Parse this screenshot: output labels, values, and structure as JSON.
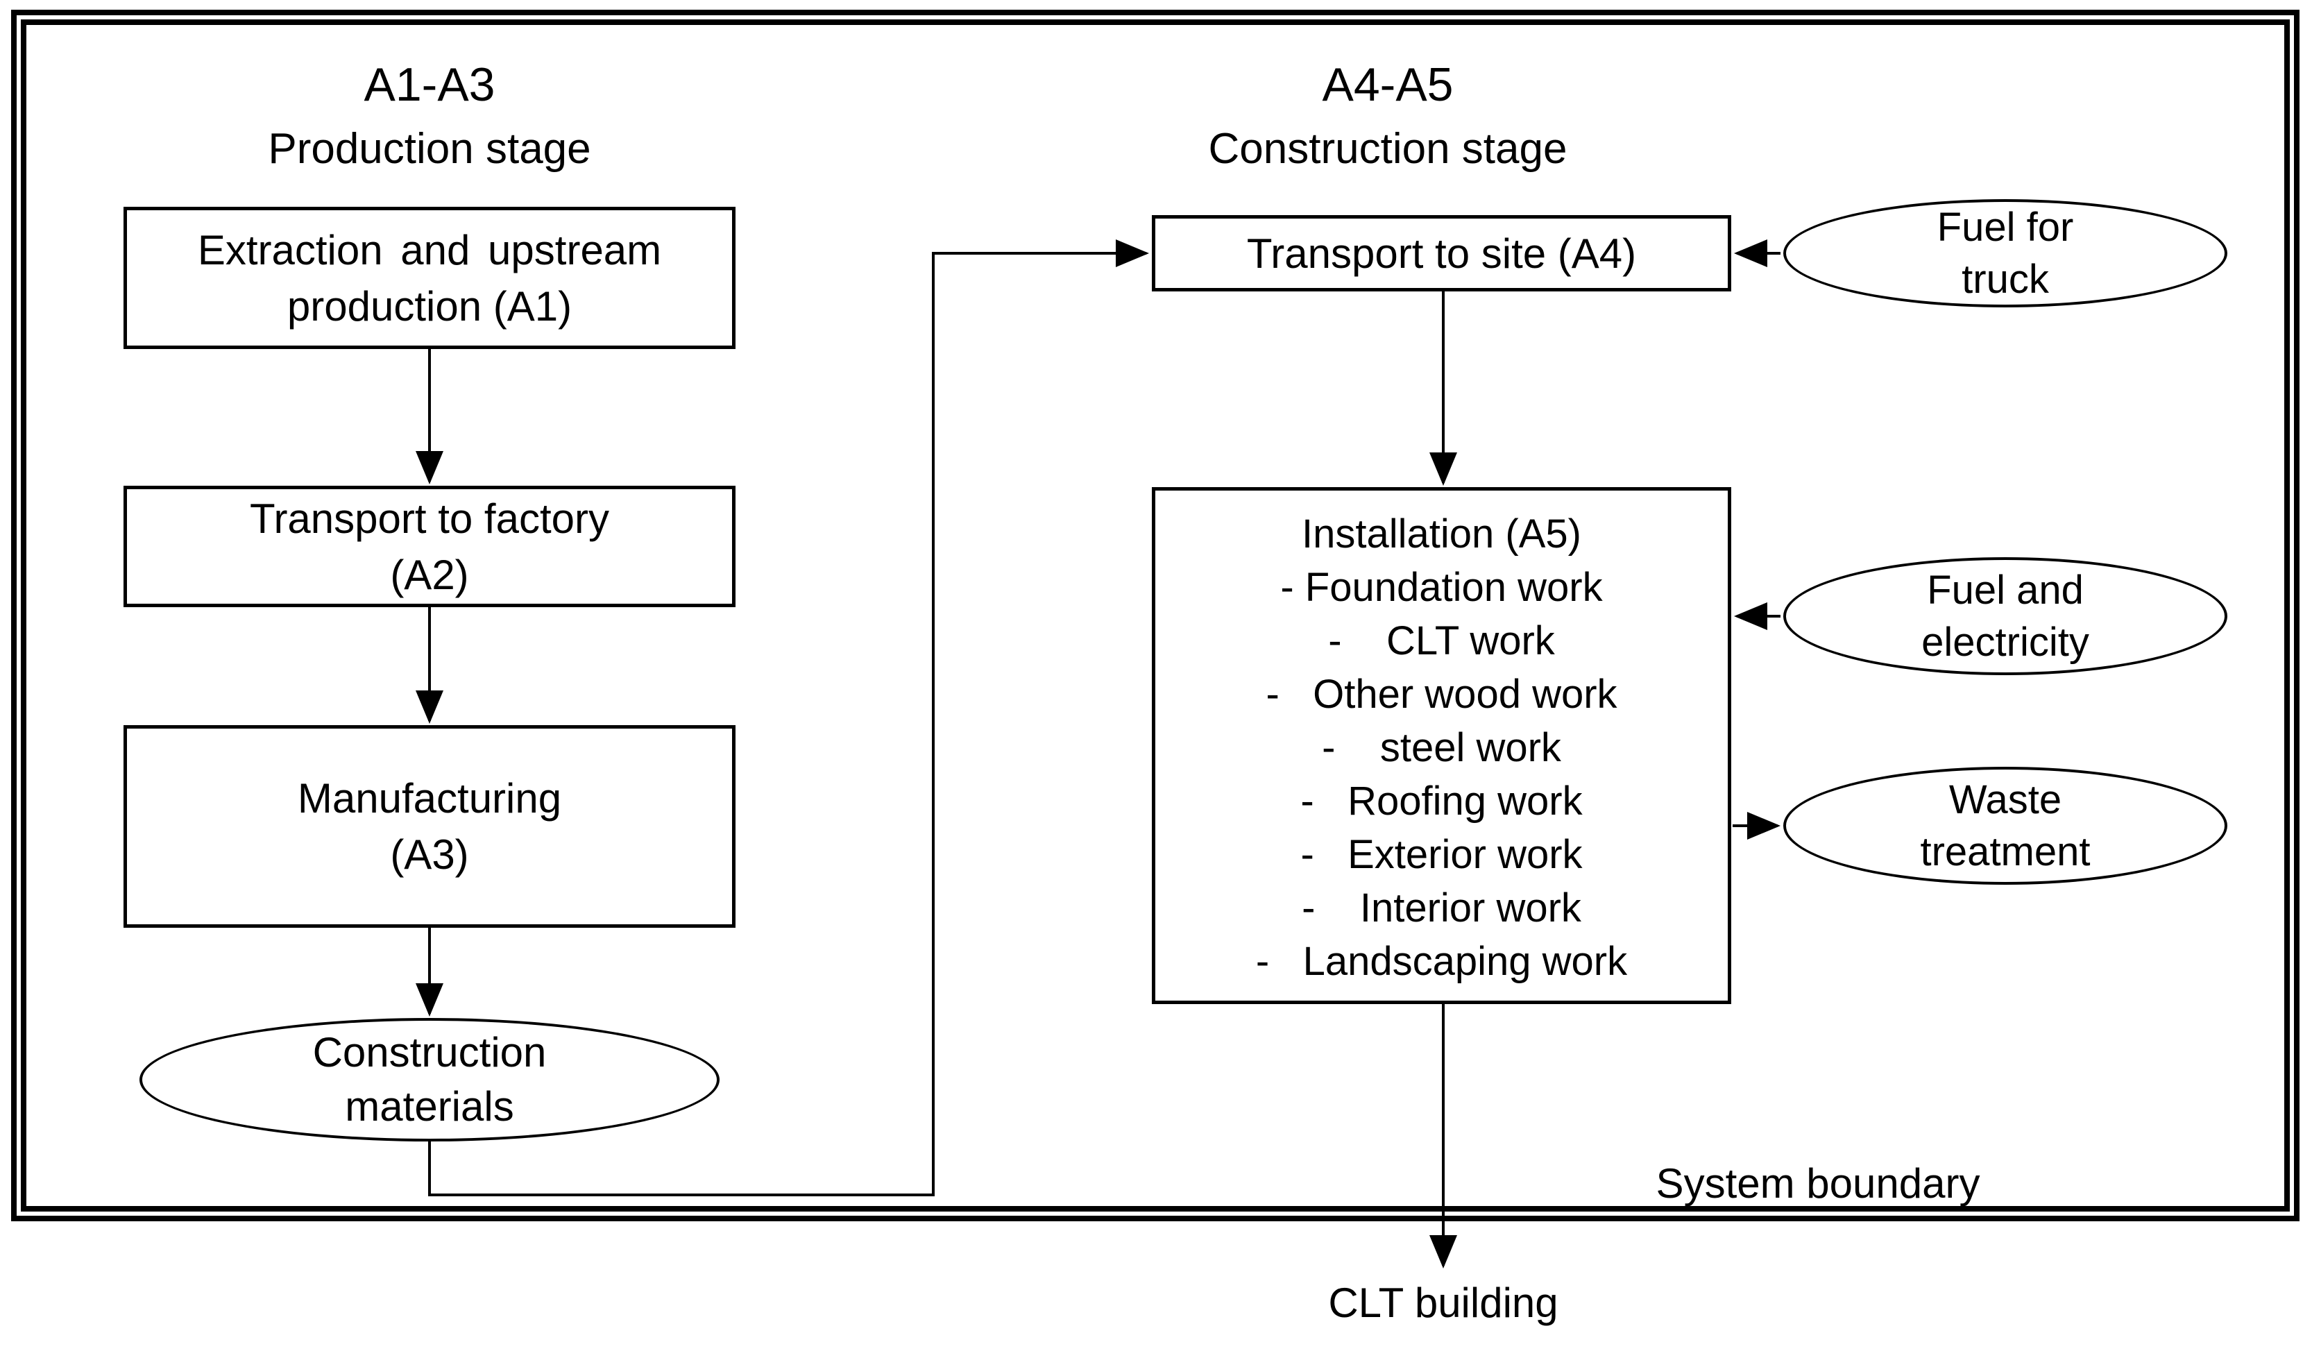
{
  "page": {
    "background": "#ffffff",
    "line_color": "#000000"
  },
  "stages": {
    "production": {
      "code": "A1-A3",
      "label": "Production stage"
    },
    "construction": {
      "code": "A4-A5",
      "label": "Construction stage"
    }
  },
  "process_boxes": {
    "extraction": {
      "line1": "Extraction and upstream",
      "line2": "production (A1)"
    },
    "transport_factory": {
      "line1": "Transport to factory",
      "line2": "(A2)"
    },
    "manufacturing": {
      "line1": "Manufacturing",
      "line2": "(A3)"
    },
    "transport_site": {
      "label": "Transport to site (A4)"
    },
    "installation": {
      "title": "Installation (A5)",
      "items": [
        "- Foundation work",
        "-    CLT work",
        "-   Other wood work",
        "-    steel work",
        "-   Roofing work",
        "-   Exterior work",
        "-    Interior work",
        "-   Landscaping work"
      ]
    }
  },
  "ellipses": {
    "construction_materials": {
      "line1": "Construction",
      "line2": "materials"
    },
    "fuel_for_truck": {
      "line1": "Fuel for",
      "line2": "truck"
    },
    "fuel_and_electricity": {
      "line1": "Fuel and",
      "line2": "electricity"
    },
    "waste_treatment": {
      "line1": "Waste",
      "line2": "treatment"
    }
  },
  "labels": {
    "system_boundary": "System boundary",
    "output": "CLT building"
  }
}
